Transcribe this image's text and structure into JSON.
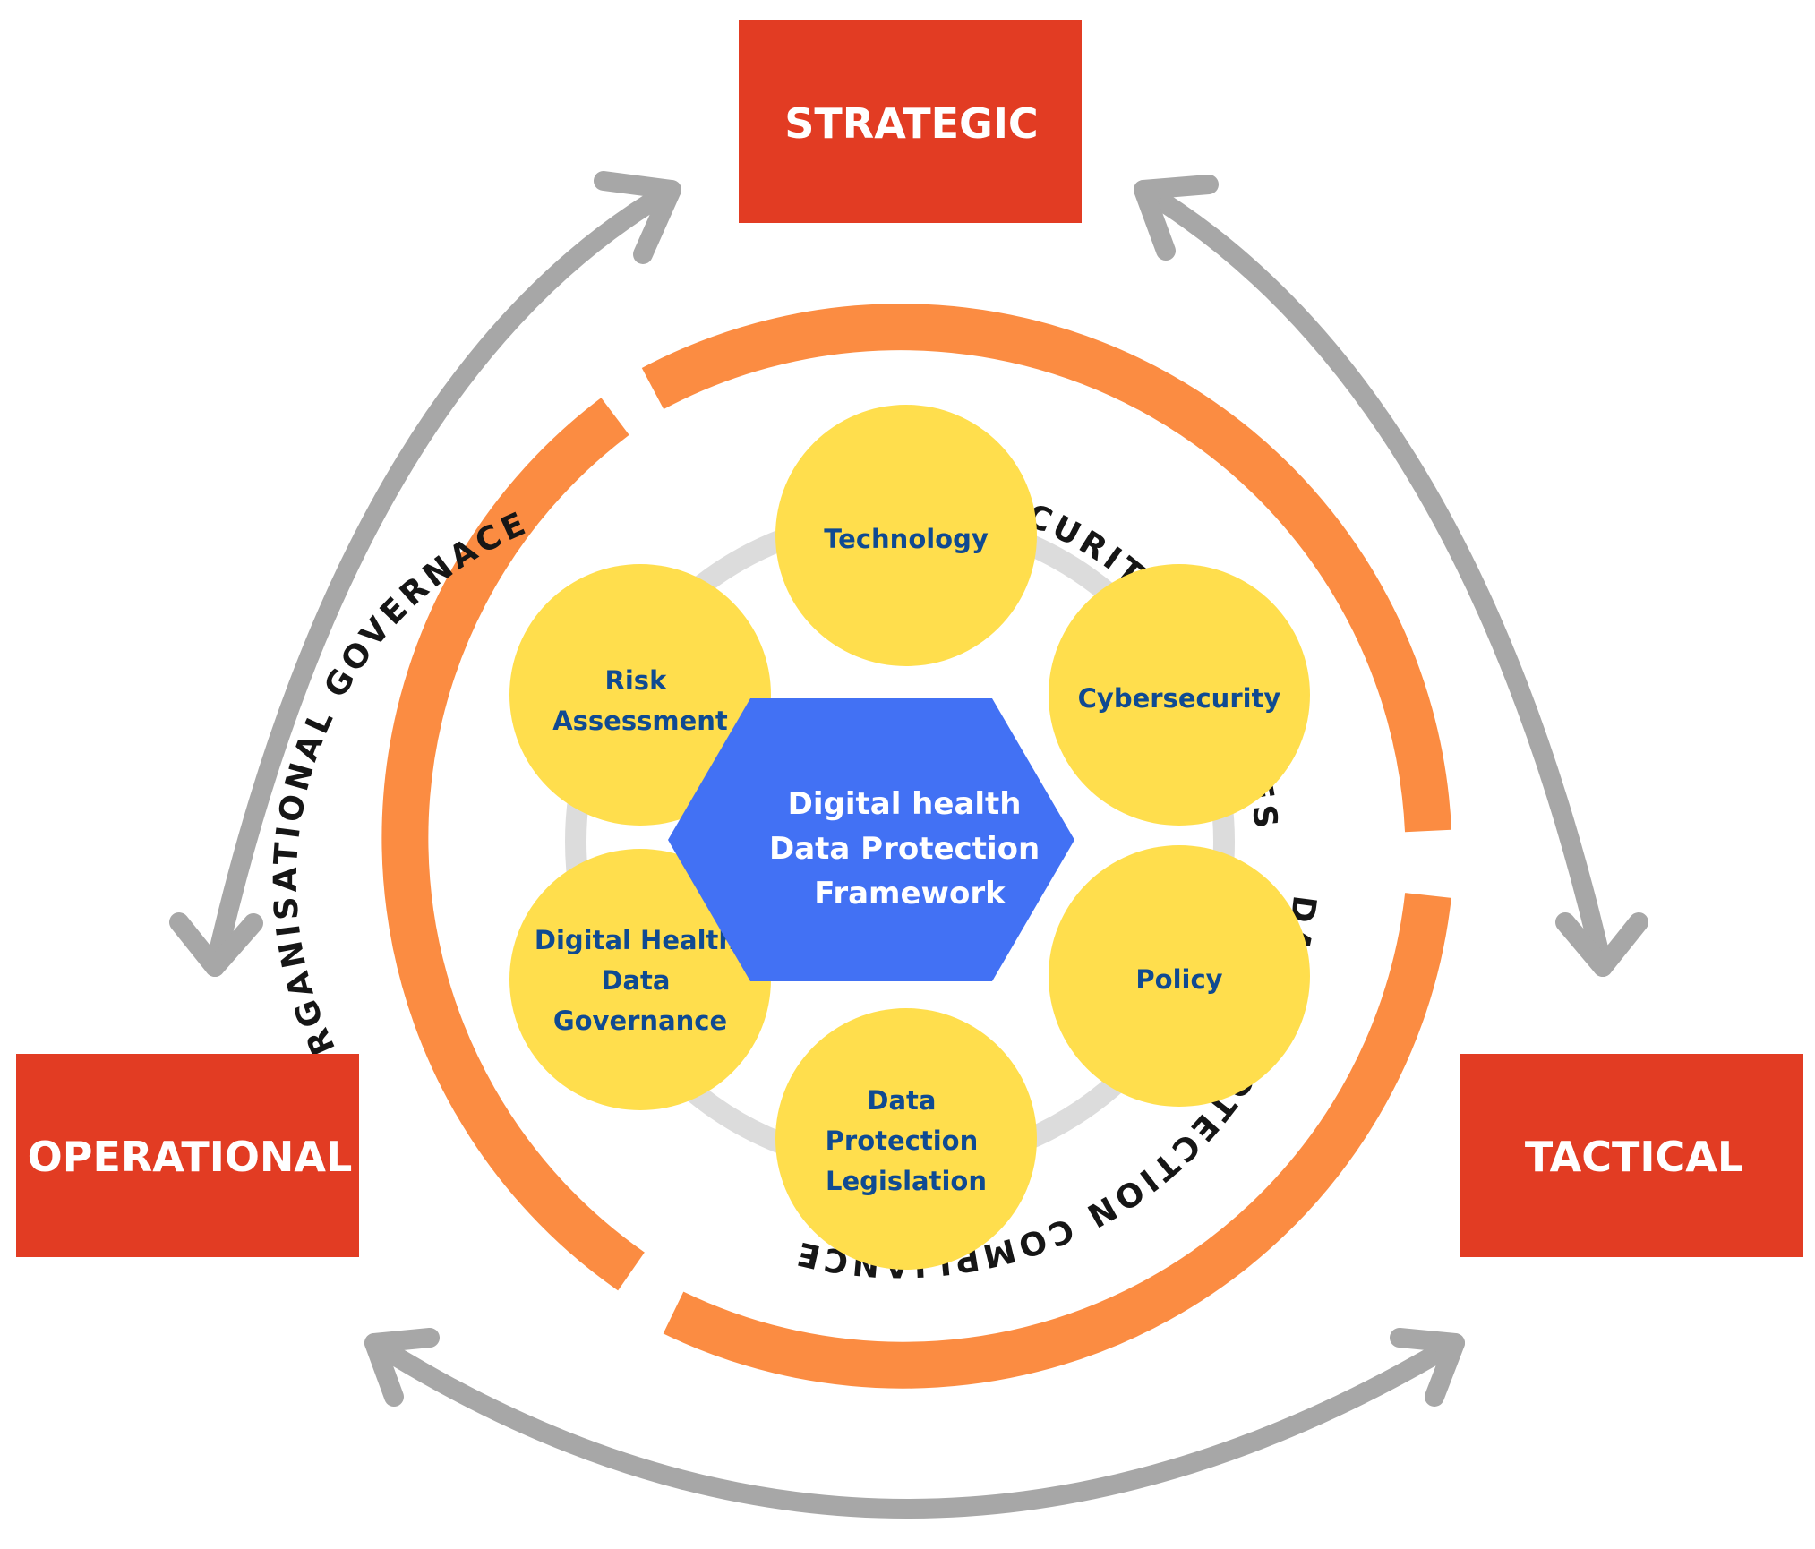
{
  "levels": {
    "strategic": "STRATEGIC",
    "operational": "OPERATIONAL",
    "tactical": "TACTICAL"
  },
  "ring_labels": {
    "top_right": "CYBERSECURITY PRACTICES",
    "left": "ORGANISATIONAL GOVERNACE",
    "bottom_right": "DATA PROTECTION COMPLIANCE"
  },
  "center": {
    "line1": "Digital health",
    "line2": "Data Protection",
    "line3": "Framework"
  },
  "nodes": {
    "technology": [
      "Technology"
    ],
    "cybersecurity": [
      "Cybersecurity"
    ],
    "policy": [
      "Policy"
    ],
    "legislation": [
      "Data",
      "Protection",
      "Legislation"
    ],
    "governance": [
      "Digital Health",
      "Data",
      "Governance"
    ],
    "risk": [
      "Risk",
      "Assessment"
    ]
  },
  "colors": {
    "level_box": "#e23c23",
    "ring": "#fb8c42",
    "node": "#ffde4d",
    "node_text": "#0f4a92",
    "center_hex": "#4271f4",
    "arrow": "#a7a7a7",
    "inner_ring": "#dcdcdc"
  },
  "icons": {
    "cycle_arrows": "double-headed-curved-arrow"
  }
}
